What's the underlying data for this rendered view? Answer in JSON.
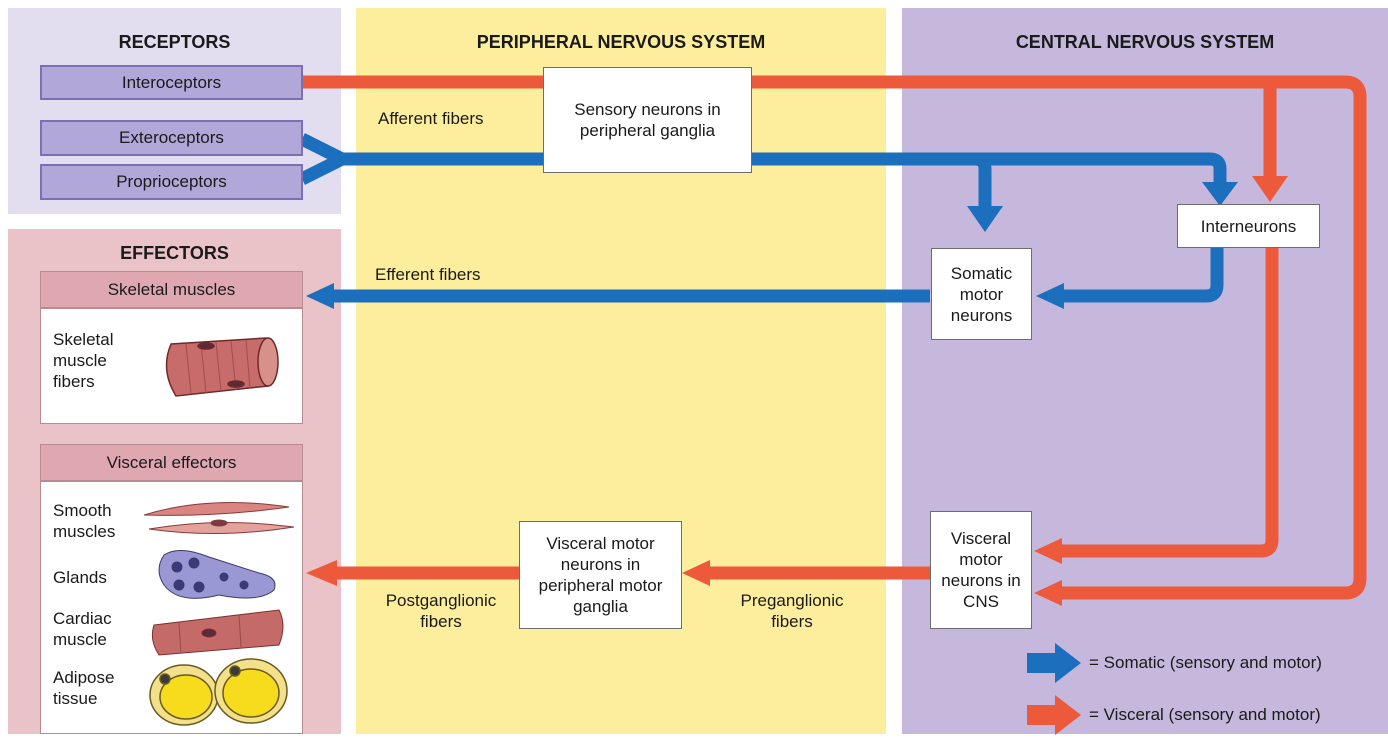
{
  "colors": {
    "somatic": "#1b6fbd",
    "visceral": "#ec5a3b"
  },
  "headers": {
    "receptors": "RECEPTORS",
    "pns": "PERIPHERAL NERVOUS SYSTEM",
    "cns": "CENTRAL NERVOUS SYSTEM",
    "effectors": "EFFECTORS"
  },
  "receptors": [
    "Interoceptors",
    "Exteroceptors",
    "Proprioceptors"
  ],
  "nodes": {
    "sensory": "Sensory neurons in peripheral ganglia",
    "interneurons": "Interneurons",
    "somatic_motor": "Somatic motor neurons",
    "visceral_motor_cns": "Visceral motor neurons in CNS",
    "visceral_motor_pns": "Visceral motor neurons in peripheral motor ganglia"
  },
  "fiber_labels": {
    "afferent": "Afferent fibers",
    "efferent": "Efferent fibers",
    "preganglionic": "Preganglionic fibers",
    "postganglionic": "Postganglionic fibers"
  },
  "effectors": {
    "skeletal_title": "Skeletal muscles",
    "skeletal_item": "Skeletal muscle fibers",
    "visceral_title": "Visceral effectors",
    "visceral_items": [
      "Smooth muscles",
      "Glands",
      "Cardiac muscle",
      "Adipose tissue"
    ]
  },
  "legend": {
    "somatic": "= Somatic (sensory and motor)",
    "visceral": "= Visceral (sensory and motor)"
  }
}
